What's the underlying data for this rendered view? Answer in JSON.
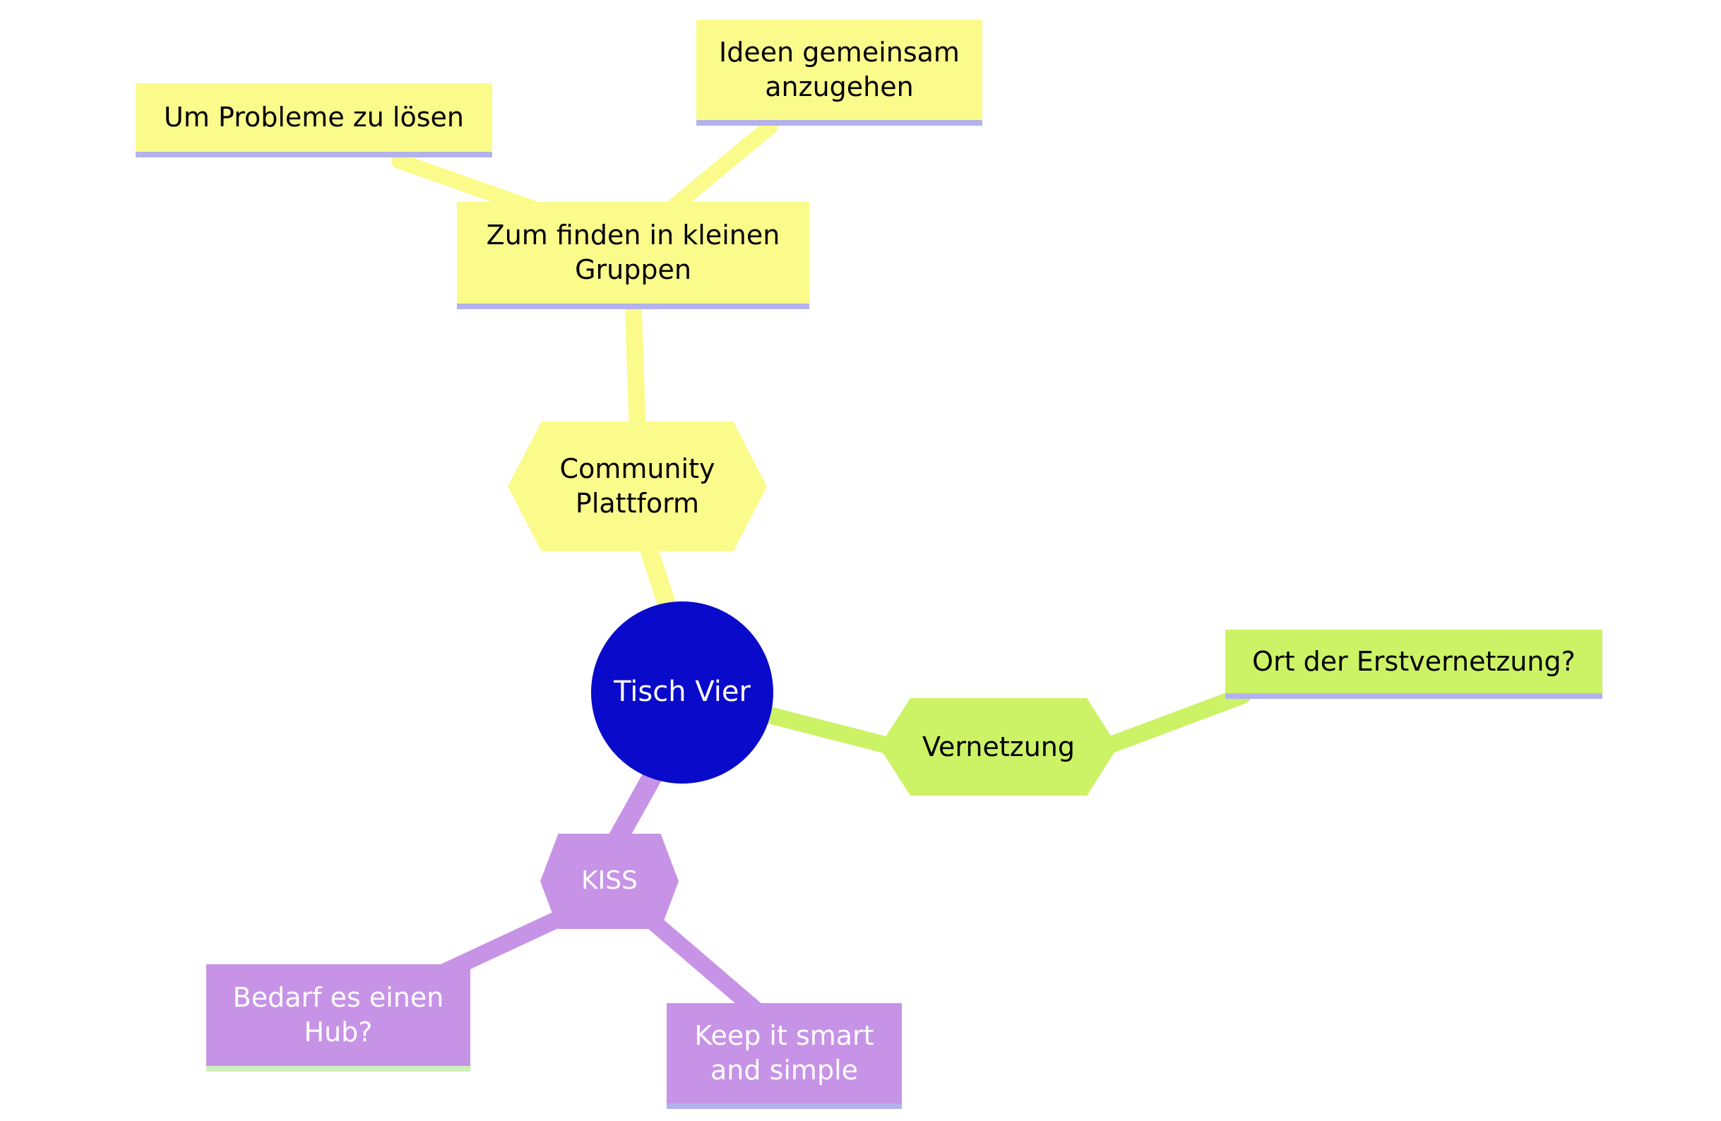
{
  "diagram": {
    "type": "mindmap",
    "root": {
      "label": "Tisch Vier",
      "shape": "circle"
    },
    "branches": [
      {
        "name": "community",
        "color": "#fbfb8c"
      },
      {
        "name": "vernetzung",
        "color": "#ccf266"
      },
      {
        "name": "kiss",
        "color": "#c793e6"
      }
    ]
  },
  "nodes": {
    "root": {
      "label": "Tisch Vier"
    },
    "community_plattform": {
      "label": "Community Plattform"
    },
    "zum_finden": {
      "label": "Zum finden in kleinen Gruppen"
    },
    "um_probleme": {
      "label": "Um Probleme zu lösen"
    },
    "ideen": {
      "label": "Ideen gemeinsam anzugehen"
    },
    "vernetzung": {
      "label": "Vernetzung"
    },
    "ort": {
      "label": "Ort der Erstvernetzung?"
    },
    "kiss": {
      "label": "KISS"
    },
    "bedarf": {
      "label": "Bedarf es einen Hub?"
    },
    "keep": {
      "label": "Keep it smart and simple"
    }
  },
  "palette": {
    "yellow": "#fbfb8c",
    "green": "#ccf266",
    "purple": "#c793e6",
    "blue": "#0a0acb",
    "underline_lavender": "#b2b2ec",
    "underline_green": "#cdf0ba",
    "background": "#ffffff",
    "text_dark": "#000000",
    "text_light": "#ffffff"
  }
}
